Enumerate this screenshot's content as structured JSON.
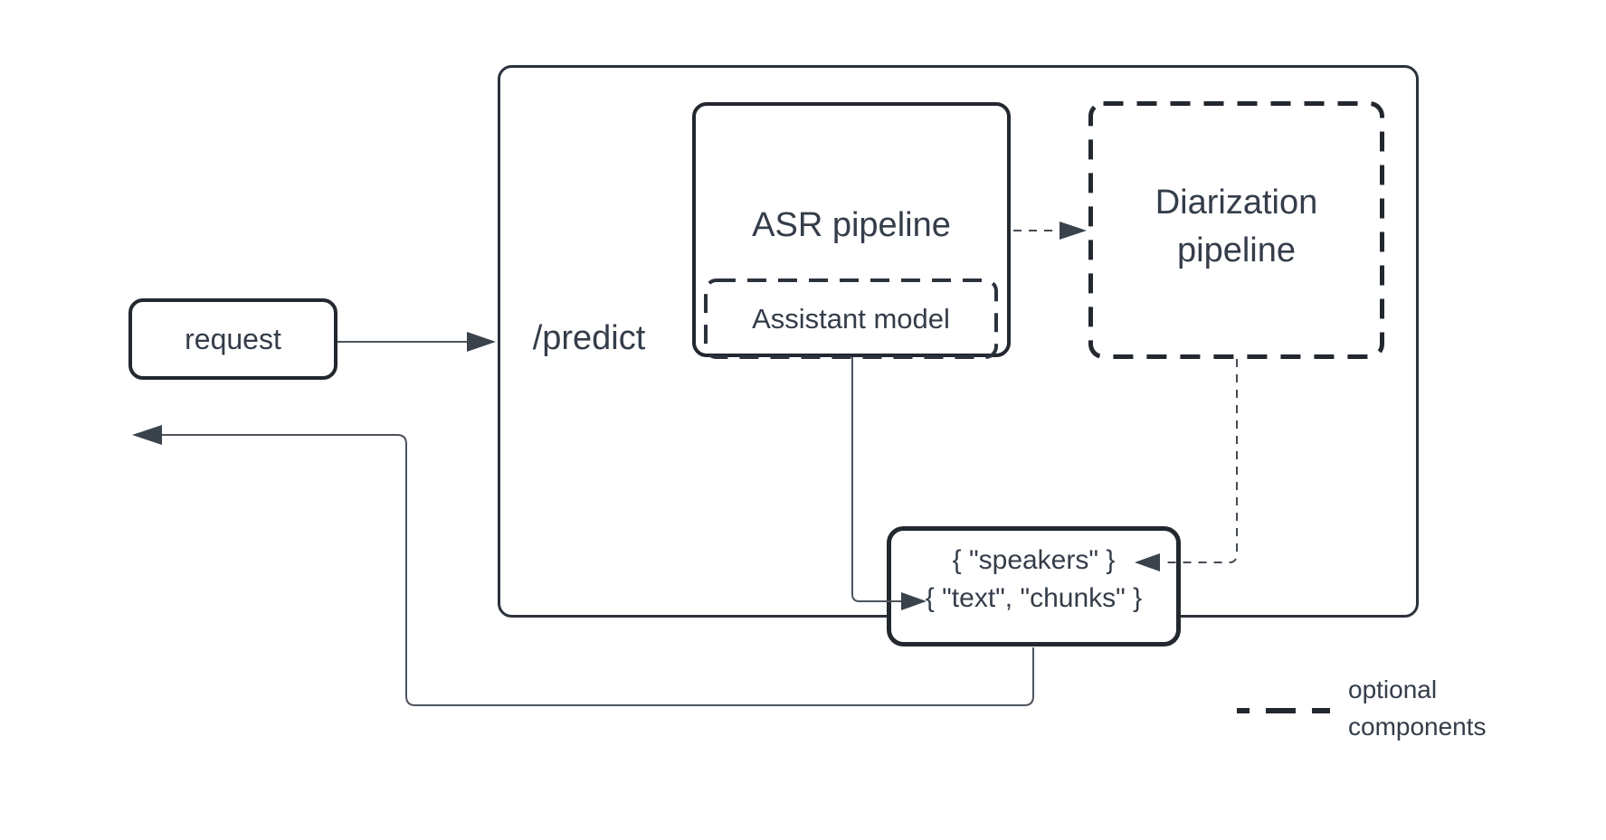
{
  "diagram": {
    "request": {
      "label": "request"
    },
    "predict": {
      "label": "/predict"
    },
    "asr": {
      "label": "ASR pipeline"
    },
    "assistant": {
      "label": "Assistant model"
    },
    "diarization": {
      "line1": "Diarization",
      "line2": "pipeline"
    },
    "output": {
      "line1": "{ \"speakers\" }",
      "line2": "{ \"text\", \"chunks\" }"
    },
    "legend": {
      "line1": "optional",
      "line2": "components"
    },
    "colors": {
      "box_stroke": "#23282f",
      "text": "#343d49",
      "connector": "#4d545c",
      "background": "#ffffff"
    }
  }
}
